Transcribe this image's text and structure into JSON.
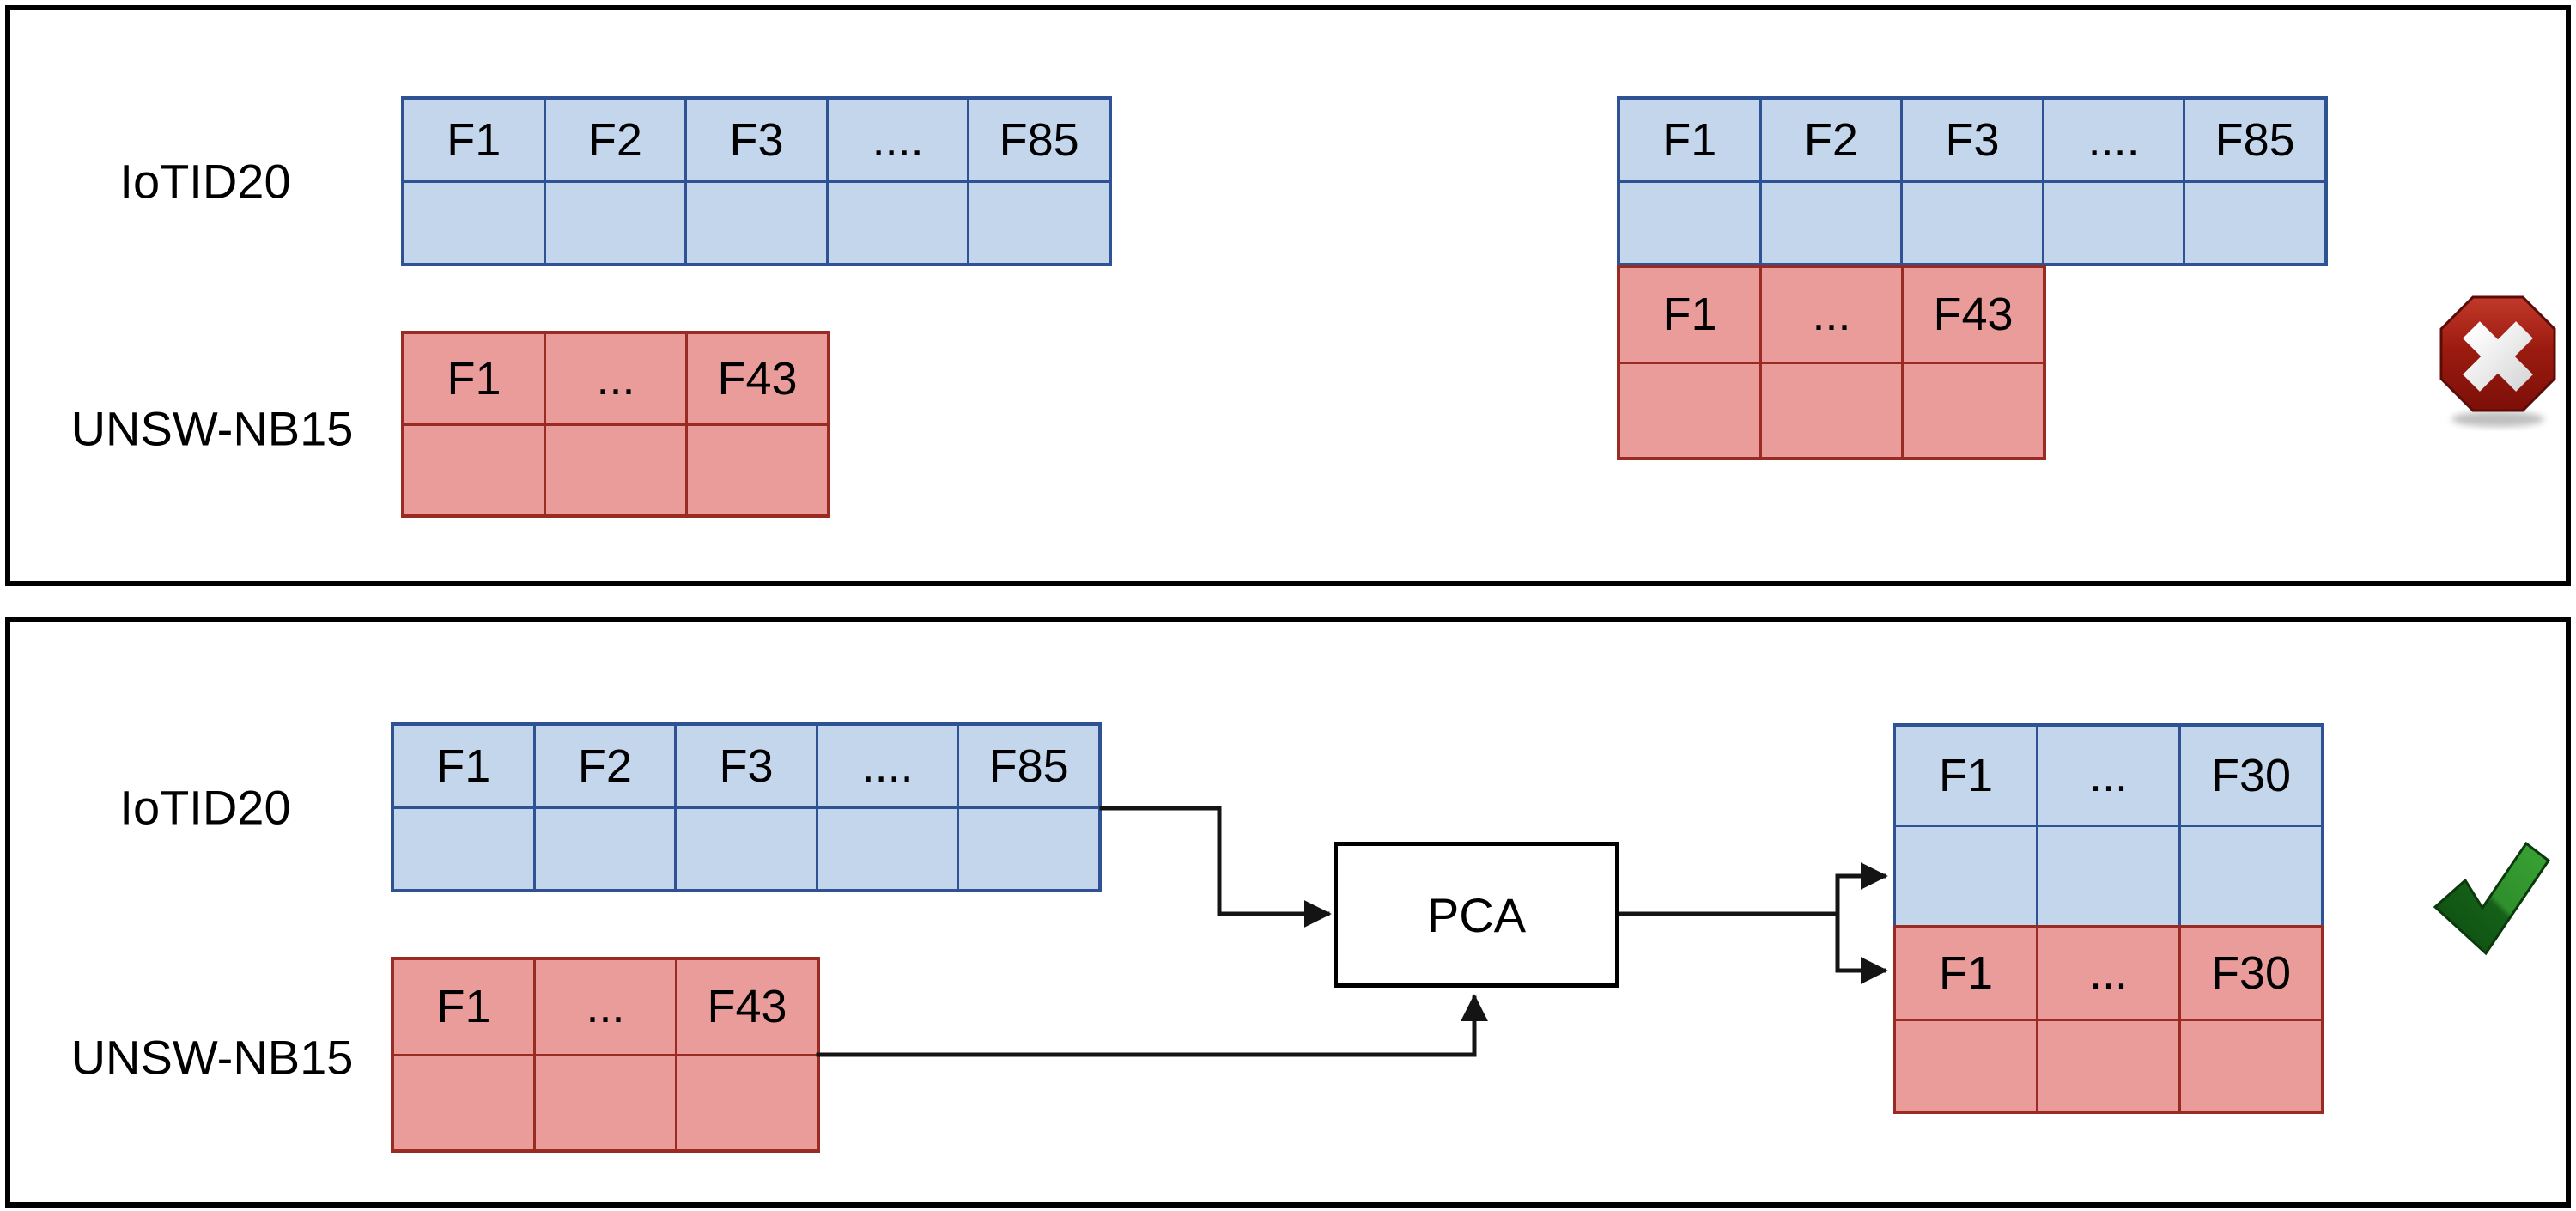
{
  "colors": {
    "panel_border": "#000000",
    "connector": "#141414",
    "blue_cell_fill": "#c4d6ec",
    "blue_cell_border": "#2e5294",
    "red_cell_fill": "#ea9c9a",
    "red_cell_border": "#9a2b22",
    "error_icon_red_light": "#c2392a",
    "error_icon_red_dark": "#7c0f08",
    "success_icon_green_light": "#3aa434",
    "success_icon_green_dark": "#0d4a11"
  },
  "top_panel": {
    "iotid20": {
      "label": "IoTID20",
      "headers": [
        "F1",
        "F2",
        "F3",
        "....",
        "F85"
      ]
    },
    "unsw": {
      "label": "UNSW-NB15",
      "headers": [
        "F1",
        "...",
        "F43"
      ]
    },
    "stacked_iotid20": {
      "headers": [
        "F1",
        "F2",
        "F3",
        "....",
        "F85"
      ]
    },
    "stacked_unsw": {
      "headers": [
        "F1",
        "...",
        "F43"
      ]
    },
    "status_icon": "error-cross-icon"
  },
  "bottom_panel": {
    "iotid20": {
      "label": "IoTID20",
      "headers": [
        "F1",
        "F2",
        "F3",
        "....",
        "F85"
      ]
    },
    "unsw": {
      "label": "UNSW-NB15",
      "headers": [
        "F1",
        "...",
        "F43"
      ]
    },
    "pca": {
      "label": "PCA"
    },
    "result_iotid20": {
      "headers": [
        "F1",
        "...",
        "F30"
      ]
    },
    "result_unsw": {
      "headers": [
        "F1",
        "...",
        "F30"
      ]
    },
    "status_icon": "success-check-icon"
  }
}
